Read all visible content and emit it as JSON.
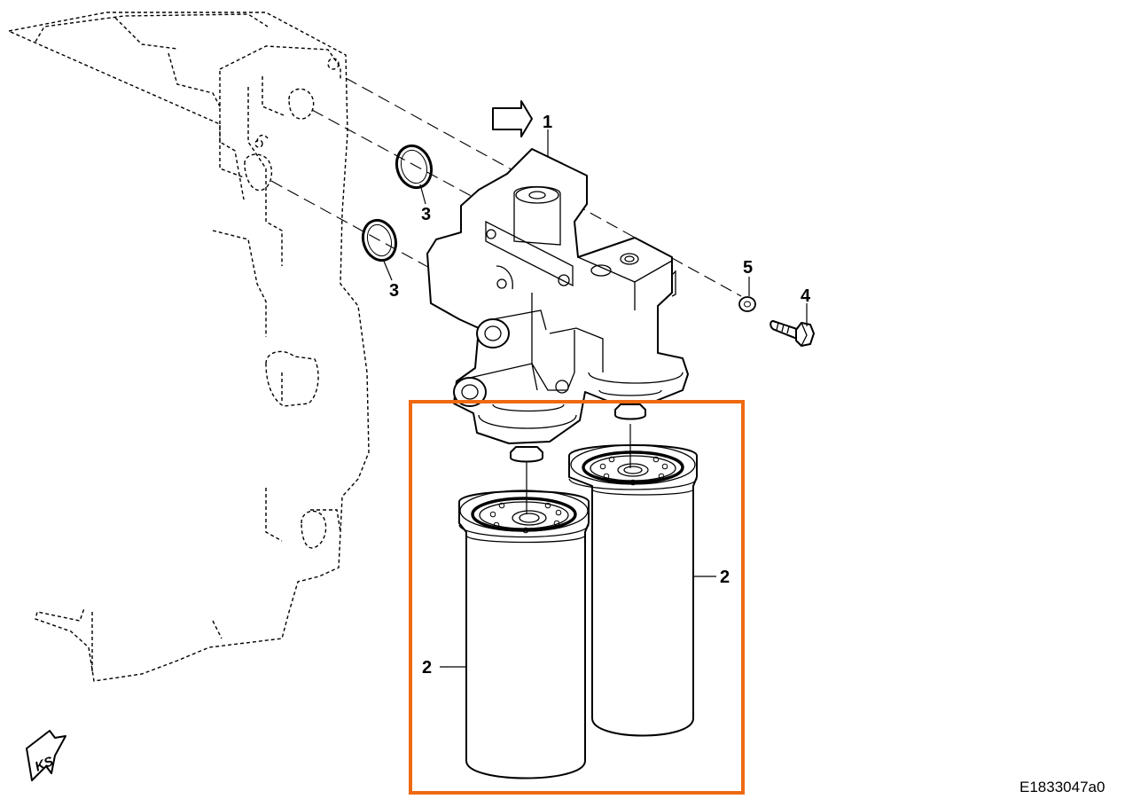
{
  "diagram": {
    "image_code": "E1833047a0",
    "orientation_mark": "KS",
    "highlight_color": "#ee6a12",
    "callouts": {
      "housing": "1",
      "filter_right": "2",
      "filter_left": "2",
      "oring_upper": "3",
      "oring_lower": "3",
      "bolt": "4",
      "washer": "5"
    }
  }
}
